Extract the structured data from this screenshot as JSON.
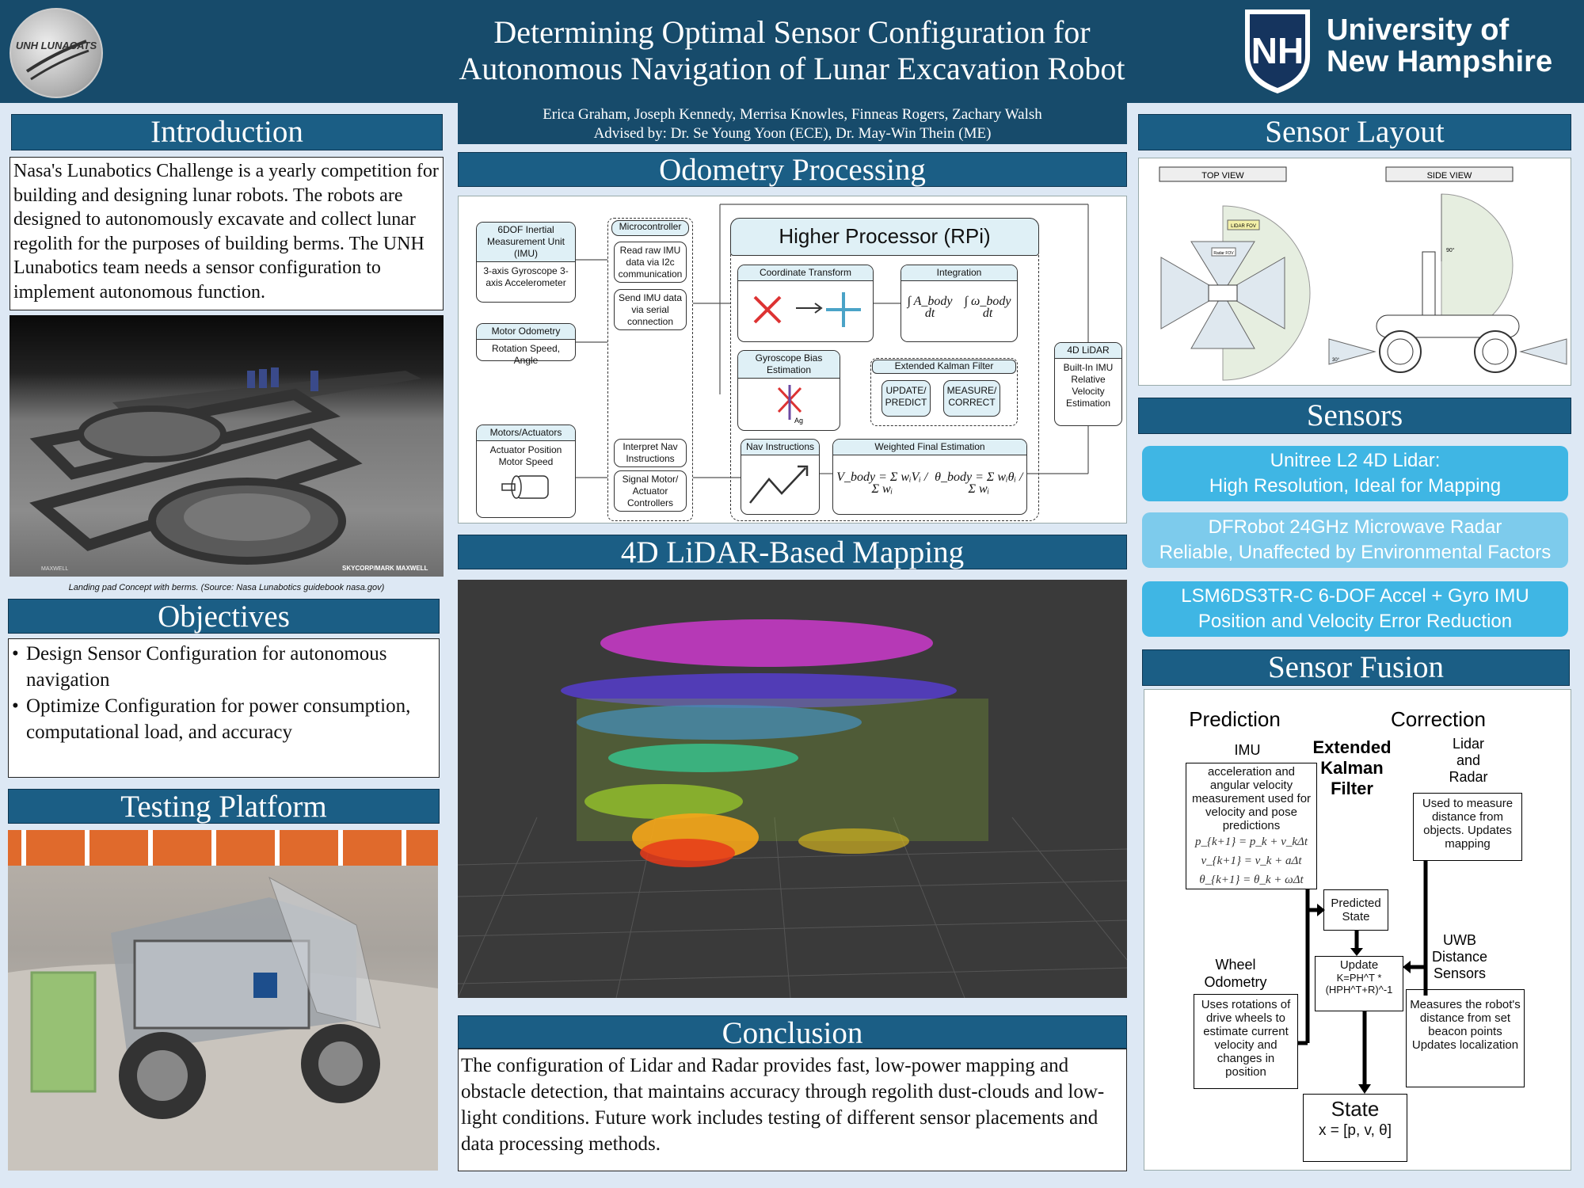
{
  "header": {
    "logo_text": "UNH LUNACATS",
    "title_line1": "Determining Optimal Sensor Configuration for",
    "title_line2": "Autonomous Navigation of Lunar Excavation Robot",
    "university_line1": "University of",
    "university_line2": "New Hampshire",
    "authors": "Erica Graham, Joseph Kennedy, Merrisa Knowles, Finneas Rogers, Zachary Walsh",
    "advisors": "Advised by: Dr. Se Young Yoon (ECE), Dr. May-Win Thein (ME)"
  },
  "introduction": {
    "heading": "Introduction",
    "text": "Nasa's Lunabotics Challenge is a yearly competition for building and designing lunar robots. The robots are designed to autonomously excavate and collect lunar regolith for the purposes of building berms. The UNH Lunabotics team needs a sensor configuration to implement autonomous function.",
    "image_caption": "Landing pad Concept with berms. (Source: Nasa Lunabotics guidebook nasa.gov)",
    "image_credit_left": "MAXWELL",
    "image_credit_right": "SKYCORP/MARK MAXWELL"
  },
  "objectives": {
    "heading": "Objectives",
    "items": [
      "Design Sensor Configuration for autonomous navigation",
      "Optimize Configuration for power consumption, computational load, and accuracy"
    ]
  },
  "testing_platform": {
    "heading": "Testing Platform"
  },
  "odometry": {
    "heading": "Odometry Processing",
    "imu_head": "6DOF Inertial Measurement Unit (IMU)",
    "imu_body": "3-axis Gyroscope 3-axis Accelerometer",
    "motor_odo_head": "Motor Odometry",
    "motor_odo_body": "Rotation Speed, Angle",
    "motors_head": "Motors/Actuators",
    "motors_body": "Actuator Position Motor Speed",
    "micro_head": "Microcontroller",
    "micro_1": "Read raw IMU data via I2c communication",
    "micro_2": "Send IMU data via serial connection",
    "micro_3": "Interpret Nav Instructions",
    "micro_4": "Signal Motor/ Actuator Controllers",
    "rpi": "Higher Processor (RPi)",
    "coord": "Coordinate Transform",
    "integration": "Integration",
    "int_eq1": "∫ A_body dt",
    "int_eq2": "∫ ω_body dt",
    "gyro_bias": "Gyroscope Bias Estimation",
    "gyro_label": "Ag",
    "ekf": "Extended Kalman Filter",
    "update_predict": "UPDATE/ PREDICT",
    "measure_correct": "MEASURE/ CORRECT",
    "nav": "Nav Instructions",
    "weighted": "Weighted Final Estimation",
    "v_eq": "V_body = Σ wᵢVᵢ / Σ wᵢ",
    "th_eq": "θ_body = Σ wᵢθᵢ / Σ wᵢ",
    "lidar_head": "4D LiDAR",
    "lidar_body": "Built-In IMU Relative Velocity Estimation"
  },
  "mapping": {
    "heading": "4D LiDAR-Based Mapping"
  },
  "conclusion": {
    "heading": "Conclusion",
    "text": "The configuration of Lidar and Radar provides fast, low-power mapping and obstacle detection, that maintains accuracy through regolith dust-clouds and low-light conditions. Future work includes testing of different sensor placements and data processing methods."
  },
  "sensor_layout": {
    "heading": "Sensor Layout",
    "top_view": "TOP VIEW",
    "side_view": "SIDE VIEW",
    "lidar_fov": "LIDAR FOV",
    "radar_fov": "Radar FOV",
    "angle_90": "90°",
    "angle_30": "30°"
  },
  "sensors": {
    "heading": "Sensors",
    "items": [
      {
        "name": "Unitree L2 4D Lidar:",
        "desc": "High Resolution, Ideal for Mapping"
      },
      {
        "name": "DFRobot 24GHz Microwave Radar",
        "desc": "Reliable, Unaffected by Environmental Factors"
      },
      {
        "name": "LSM6DS3TR-C 6-DOF Accel + Gyro IMU",
        "desc": "Position and Velocity Error Reduction"
      }
    ]
  },
  "sensor_fusion": {
    "heading": "Sensor Fusion",
    "prediction": "Prediction",
    "correction": "Correction",
    "ekf_title": "Extended Kalman Filter",
    "imu_label": "IMU",
    "imu_desc": "acceleration and angular velocity measurement used for velocity and pose predictions",
    "eq1": "p_{k+1} = p_k + v_kΔt",
    "eq2": "v_{k+1} = v_k + aΔt",
    "eq3": "θ_{k+1} = θ_k + ωΔt",
    "lidar_radar_label": "Lidar and Radar",
    "lidar_radar_desc": "Used to measure distance from objects. Updates mapping",
    "predicted_state": "Predicted State",
    "update": "Update",
    "update_eq": "K=PH^T *(HPH^T+R)^-1",
    "wheel_label": "Wheel Odometry",
    "wheel_desc": "Uses rotations of drive wheels to estimate current velocity and changes in position",
    "uwb_label": "UWB Distance Sensors",
    "uwb_desc": "Measures the robot's distance from set beacon points Updates localization",
    "state": "State",
    "state_eq": "x = [p, v, θ]"
  },
  "colors": {
    "header": "#174b6b",
    "section": "#1b5e85",
    "pill": "#3fb6e4",
    "background": "#dde8f4"
  }
}
